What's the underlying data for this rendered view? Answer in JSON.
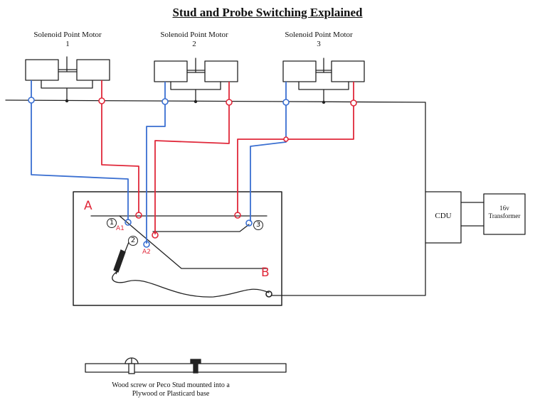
{
  "title": "Stud and Probe Switching Explained",
  "motors": [
    {
      "label": "Solenoid Point Motor",
      "number": "1"
    },
    {
      "label": "Solenoid Point Motor",
      "number": "2"
    },
    {
      "label": "Solenoid Point Motor",
      "number": "3"
    }
  ],
  "cdu_label": "CDU",
  "transformer_label": "16v Transformer",
  "track_labels": {
    "a": "A",
    "b": "B"
  },
  "stud_labels": {
    "s1": "1",
    "s2": "2",
    "s3": "3",
    "a1": "A1",
    "a2": "A2"
  },
  "caption": "Wood screw or Peco Stud mounted into a Plywood or Plasticard base",
  "colors": {
    "blue": "#3a6fd1",
    "red": "#e0283a",
    "ink": "#222222"
  }
}
